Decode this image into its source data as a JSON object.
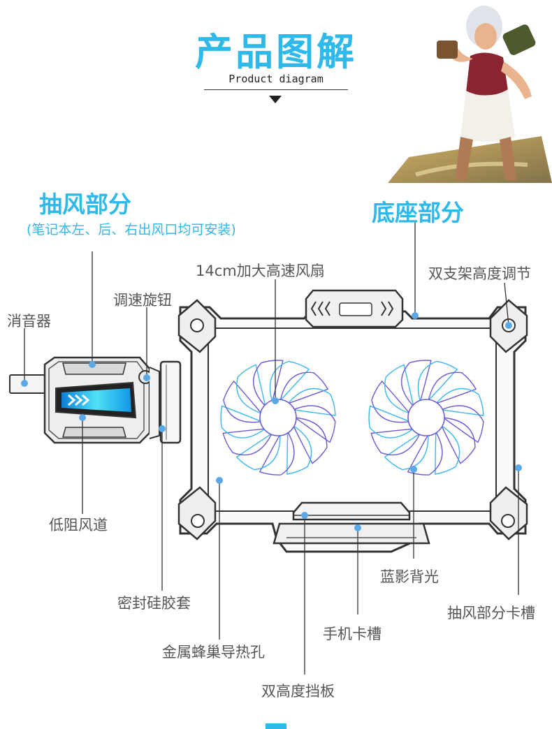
{
  "header": {
    "title": "产品图解",
    "subtitle": "Product diagram"
  },
  "sections": {
    "exhaust": {
      "title": "抽风部分",
      "note": "(笔记本左、后、右出风口均可安装)"
    },
    "base": {
      "title": "底座部分"
    }
  },
  "labels": {
    "fan": "14cm加大高速风扇",
    "bracket": "双支架高度调节",
    "speed_knob": "调速旋钮",
    "silencer": "消音器",
    "low_resistance": "低阻风道",
    "seal": "密封硅胶套",
    "honeycomb": "金属蜂巢导热孔",
    "phone_slot": "手机卡槽",
    "baffle": "双高度挡板",
    "backlight": "蓝影背光",
    "slot": "抽风部分卡槽"
  },
  "colors": {
    "accent": "#2fb8ea",
    "dot": "#5aa9e6",
    "fan_blue": "#3ab7f0",
    "fan_purple": "#6b5bd6",
    "line": "#333333"
  },
  "icons": {
    "hero_image": "fantasy-warrior-illustration",
    "arrow": "down-triangle-icon"
  }
}
